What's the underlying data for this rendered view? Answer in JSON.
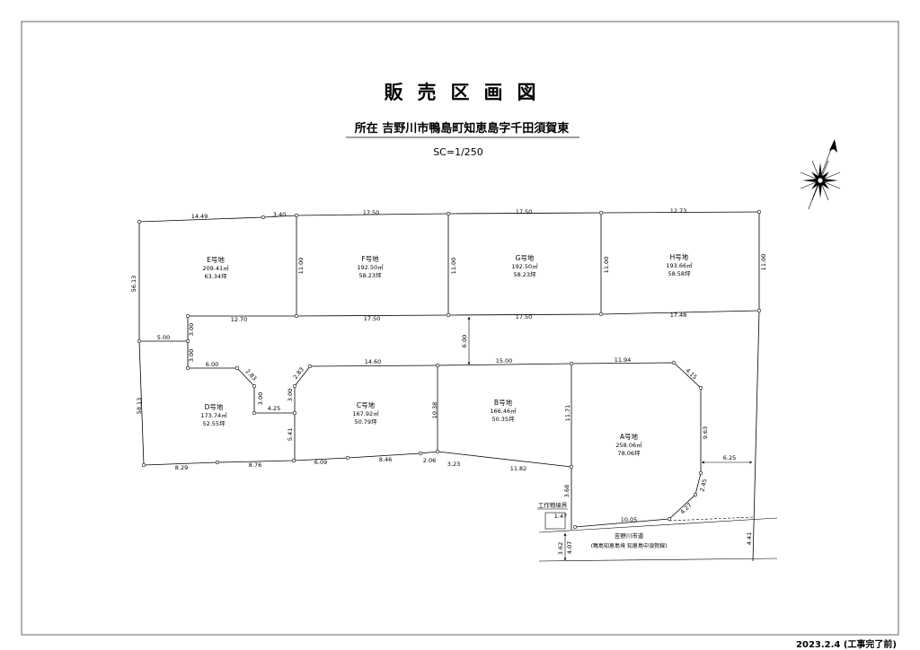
{
  "title": "販売区画図",
  "location": "所在 吉野川市鴨島町知恵島字千田須賀東",
  "scale": "SC=1/250",
  "date_note": "2023.2.4 (工事完了前)",
  "lots": [
    {
      "name": "E号地",
      "area_m2": "209.41㎡",
      "area_tsubo": "63.34坪"
    },
    {
      "name": "F号地",
      "area_m2": "192.50㎡",
      "area_tsubo": "58.23坪"
    },
    {
      "name": "G号地",
      "area_m2": "192.50㎡",
      "area_tsubo": "58.23坪"
    },
    {
      "name": "H号地",
      "area_m2": "193.66㎡",
      "area_tsubo": "58.58坪"
    },
    {
      "name": "D号地",
      "area_m2": "173.74㎡",
      "area_tsubo": "52.55坪"
    },
    {
      "name": "C号地",
      "area_m2": "167.92㎡",
      "area_tsubo": "50.79坪"
    },
    {
      "name": "B号地",
      "area_m2": "166.46㎡",
      "area_tsubo": "50.35坪"
    },
    {
      "name": "A号地",
      "area_m2": "258.06㎡",
      "area_tsubo": "78.06坪"
    }
  ],
  "dimensions": [
    "14.49",
    "3.40",
    "17.50",
    "17.50",
    "12.73",
    "11.00",
    "11.00",
    "11.00",
    "11.00",
    "12.70",
    "17.50",
    "17.50",
    "17.48",
    "56.13",
    "58.13",
    "3.00",
    "5.00",
    "3.00",
    "6.00",
    "2.83",
    "3.00",
    "4.25",
    "3.00",
    "2.83",
    "5.41",
    "14.60",
    "6.00",
    "15.00",
    "11.94",
    "4.15",
    "10.38",
    "11.71",
    "9.63",
    "6.25",
    "2.45",
    "4.27",
    "10.05",
    "1.47",
    "3.68",
    "11.82",
    "3.23",
    "2.06",
    "8.29",
    "8.76",
    "6.09",
    "8.46",
    "3.62",
    "4.07",
    "4.41"
  ],
  "road": {
    "name": "吉野川市道",
    "route": "(鴨島知恵島境 知恵島中須賀線)"
  },
  "boundary_note": "工作物境界",
  "compass_icon": "north-arrow-compass-rose",
  "colors": {
    "line": "#000000",
    "background": "#ffffff"
  }
}
